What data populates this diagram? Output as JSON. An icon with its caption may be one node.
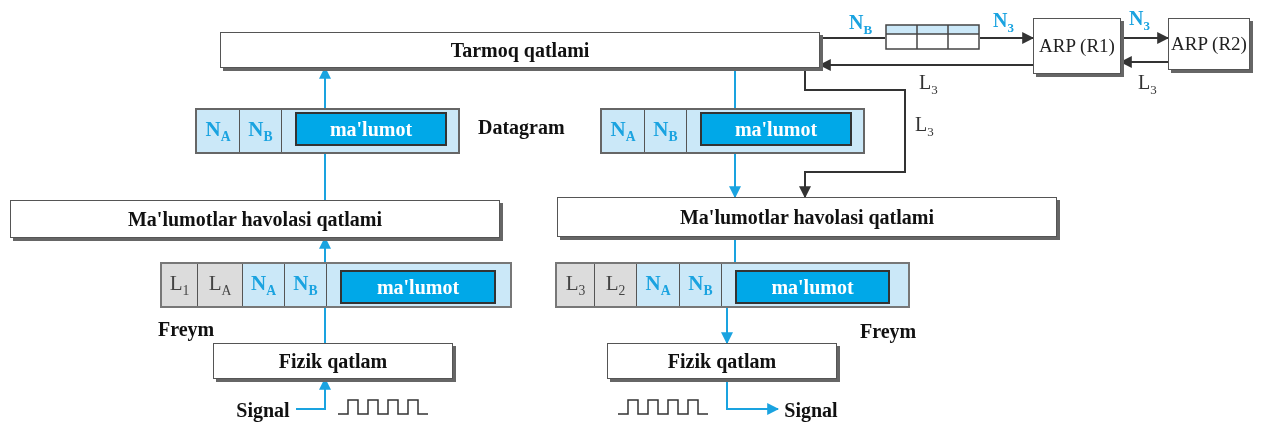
{
  "diagram": {
    "nodes": [
      {
        "text": [
          "Tarmoq qatlami"
        ]
      },
      {
        "text": [],
        "shape": "box"
      },
      {
        "text": [
          "N$_{A}$"
        ],
        "in": 1
      },
      {
        "text": [
          "N$_{B}$"
        ],
        "in": 1
      },
      {
        "text": [
          "ma'lumot"
        ],
        "in": 1
      },
      {
        "text": [],
        "shape": "box"
      },
      {
        "text": [
          "N$_{A}$"
        ],
        "in": 5
      },
      {
        "text": [
          "N$_{B}$"
        ],
        "in": 5
      },
      {
        "text": [
          "ma'lumot"
        ],
        "in": 5
      },
      {
        "text": [
          "Ma'lumotlar havolasi qatlami"
        ]
      },
      {
        "text": [
          "Ma'lumotlar havolasi qatlami"
        ]
      },
      {
        "text": [],
        "shape": "box"
      },
      {
        "text": [
          "L$_{1}$"
        ],
        "in": 11
      },
      {
        "text": [
          "L$_{A}$"
        ],
        "in": 11
      },
      {
        "text": [
          "N$_{A}$"
        ],
        "in": 11
      },
      {
        "text": [
          "N$_{B}$"
        ],
        "in": 11
      },
      {
        "text": [
          "ma'lumot"
        ],
        "in": 11
      },
      {
        "text": [],
        "shape": "box"
      },
      {
        "text": [
          "L$_{3}$"
        ],
        "in": 17
      },
      {
        "text": [
          "L$_{2}$"
        ],
        "in": 17
      },
      {
        "text": [
          "N$_{A}$"
        ],
        "in": 17
      },
      {
        "text": [
          "N$_{B}$"
        ],
        "in": 17
      },
      {
        "text": [
          "ma'lumot"
        ],
        "in": 17
      },
      {
        "text": [
          "Fizik qatlam"
        ]
      },
      {
        "text": [
          "Fizik qatlam"
        ]
      },
      {
        "text": [],
        "shape": "box"
      },
      {
        "text": [
          "ARP (R1)"
        ]
      },
      {
        "text": [
          "ARP (R2)"
        ]
      },
      {
        "text": [
          "Signal"
        ]
      },
      {
        "text": [
          "Signal"
        ]
      }
    ],
    "edges": [
      {
        "from": 28,
        "to": 23,
        "arrow": "to"
      },
      {
        "from": 23,
        "to": 11,
        "arrow": "none"
      },
      {
        "from": 11,
        "to": 9,
        "arrow": "to"
      },
      {
        "from": 9,
        "to": 1,
        "arrow": "none"
      },
      {
        "from": 1,
        "to": 0,
        "arrow": "to"
      },
      {
        "from": 0,
        "to": 5,
        "arrow": "none"
      },
      {
        "from": 5,
        "to": 10,
        "arrow": "to"
      },
      {
        "from": 10,
        "to": 17,
        "arrow": "none"
      },
      {
        "from": 17,
        "to": 24,
        "arrow": "to"
      },
      {
        "from": 24,
        "to": 29,
        "arrow": "to"
      },
      {
        "from": 0,
        "to": 25,
        "arrow": "none",
        "label": "N$_{B}$",
        "color": "#333333"
      },
      {
        "from": 25,
        "to": 26,
        "arrow": "to",
        "label": "N$_{3}$",
        "color": "#333333"
      },
      {
        "from": 26,
        "to": 27,
        "arrow": "to",
        "label": "N$_{3}$",
        "color": "#333333"
      },
      {
        "from": 27,
        "to": 26,
        "arrow": "to",
        "label": "L$_{3}$",
        "color": "#333333"
      },
      {
        "from": 26,
        "to": 0,
        "arrow": "to",
        "label": "L$_{3}$",
        "color": "#333333"
      },
      {
        "from": 0,
        "to": 10,
        "arrow": "to",
        "label": "L$_{3}$",
        "color": "#333333"
      }
    ],
    "labels": [
      "Datagram",
      "Freym",
      "Freym"
    ]
  }
}
